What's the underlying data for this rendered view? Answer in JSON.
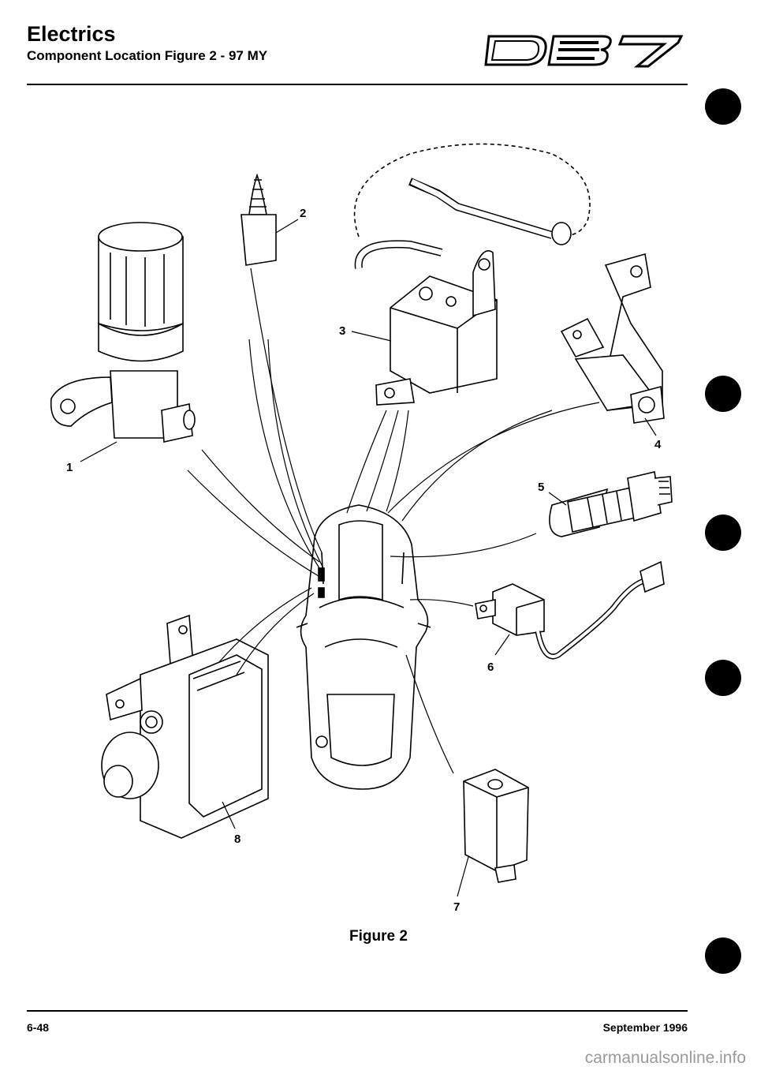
{
  "header": {
    "title": "Electrics",
    "subtitle": "Component Location Figure 2 - 97 MY"
  },
  "figure": {
    "caption": "Figure 2",
    "callouts": [
      "1",
      "2",
      "3",
      "4",
      "5",
      "6",
      "7",
      "8"
    ]
  },
  "footer": {
    "page_number": "6-48",
    "date": "September 1996"
  },
  "watermark": "carmanualsonline.info"
}
